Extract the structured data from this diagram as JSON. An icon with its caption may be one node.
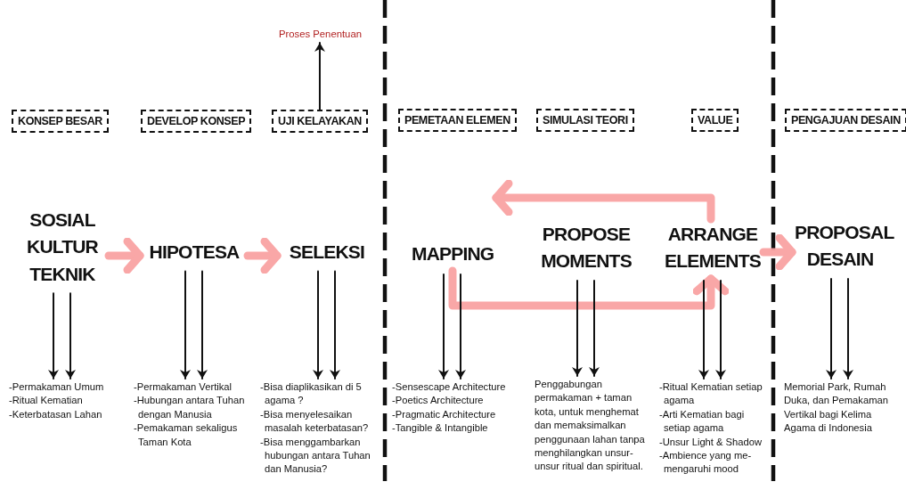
{
  "diagram": {
    "nodes": [
      {
        "text": [
          "KONSEP BESAR"
        ]
      },
      {
        "text": [
          "DEVELOP KONSEP"
        ]
      },
      {
        "text": [
          "UJI KELAYAKAN"
        ]
      },
      {
        "text": [
          "PEMETAAN ELEMEN"
        ]
      },
      {
        "text": [
          "SIMULASI TEORI"
        ]
      },
      {
        "text": [
          "VALUE"
        ]
      },
      {
        "text": [
          "PENGAJUAN DESAIN"
        ]
      },
      {
        "text": [
          "Proses Penentuan"
        ]
      },
      {
        "text": [
          "SOSIAL KULTUR TEKNIK"
        ]
      },
      {
        "text": [
          "HIPOTESA"
        ]
      },
      {
        "text": [
          "SELEKSI"
        ]
      },
      {
        "text": [
          "MAPPING"
        ]
      },
      {
        "text": [
          "PROPOSE MOMENTS"
        ]
      },
      {
        "text": [
          "ARRANGE ELEMENTS"
        ]
      },
      {
        "text": [
          "PROPOSAL DESAIN"
        ]
      },
      {
        "text": [
          "-Permakaman Umum",
          "-Ritual Kematian",
          "-Keterbatasan Lahan"
        ]
      },
      {
        "text": [
          "-Permakaman Vertikal",
          "-Hubungan antara Tuhan dengan Manusia",
          "-Pemakaman sekaligus Taman Kota"
        ]
      },
      {
        "text": [
          "-Bisa diaplikasikan di 5 agama ?",
          "-Bisa menyelesaikan masalah keterbatasan?",
          "-Bisa menggambarkan hubungan antara Tuhan dan Manusia?"
        ]
      },
      {
        "text": [
          "-Sensescape Architecture",
          "-Poetics Architecture",
          "-Pragmatic Architecture",
          "-Tangible & Intangible"
        ]
      },
      {
        "text": [
          "Penggabungan permakaman + taman kota, untuk menghemat dan memaksimalkan penggunaan lahan tanpa menghilangkan unsur-unsur ritual dan spiritual."
        ]
      },
      {
        "text": [
          "-Ritual Kematian setiap agama",
          "-Arti Kematian bagi setiap agama",
          "-Unsur Light & Shadow",
          "-Ambience yang me-mengaruhi mood"
        ]
      },
      {
        "text": [
          "Memorial Park, Rumah Duka, dan Pemakaman Vertikal bagi Kelima Agama di Indonesia"
        ]
      }
    ],
    "edges": [
      {
        "from": 2,
        "to": 7,
        "arrow": "to"
      },
      {
        "from": 8,
        "to": 9,
        "arrow": "to",
        "style": "thick",
        "color": "#f9a3a3"
      },
      {
        "from": 9,
        "to": 10,
        "arrow": "to",
        "style": "thick",
        "color": "#f9a3a3"
      },
      {
        "from": 11,
        "to": 13,
        "arrow": "to",
        "style": "thick",
        "color": "#f9a3a3"
      },
      {
        "from": 13,
        "to": 11,
        "arrow": "to",
        "style": "thick",
        "color": "#f9a3a3"
      },
      {
        "from": 13,
        "to": 14,
        "arrow": "to",
        "style": "thick",
        "color": "#f9a3a3"
      },
      {
        "from": 8,
        "to": 15,
        "arrow": "to"
      },
      {
        "from": 8,
        "to": 15,
        "arrow": "to"
      },
      {
        "from": 9,
        "to": 16,
        "arrow": "to"
      },
      {
        "from": 9,
        "to": 16,
        "arrow": "to"
      },
      {
        "from": 10,
        "to": 17,
        "arrow": "to"
      },
      {
        "from": 10,
        "to": 17,
        "arrow": "to"
      },
      {
        "from": 11,
        "to": 18,
        "arrow": "to"
      },
      {
        "from": 11,
        "to": 18,
        "arrow": "to"
      },
      {
        "from": 12,
        "to": 19,
        "arrow": "to"
      },
      {
        "from": 12,
        "to": 19,
        "arrow": "to"
      },
      {
        "from": 13,
        "to": 20,
        "arrow": "to"
      },
      {
        "from": 13,
        "to": 20,
        "arrow": "to"
      },
      {
        "from": 14,
        "to": 21,
        "arrow": "to"
      },
      {
        "from": 14,
        "to": 21,
        "arrow": "to"
      }
    ]
  }
}
